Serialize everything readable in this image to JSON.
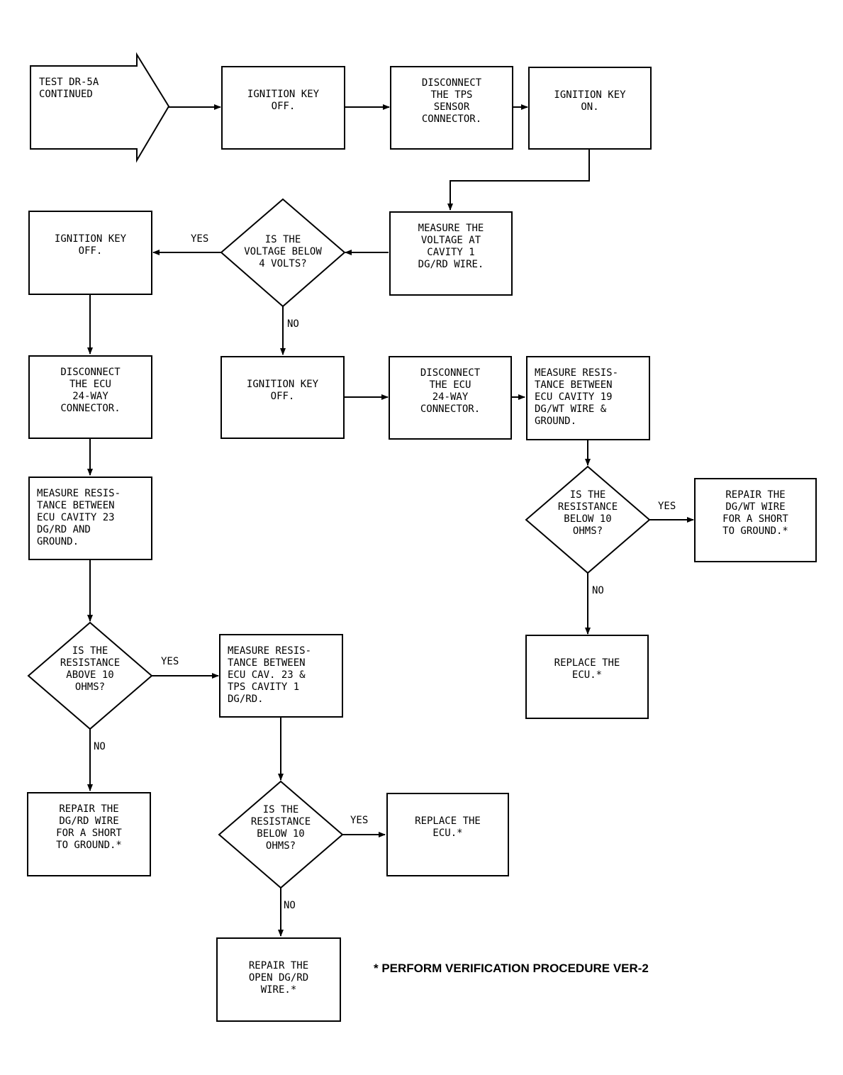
{
  "start": {
    "lines": [
      "TEST DR-5A",
      "CONTINUED"
    ]
  },
  "boxes": {
    "key_off_1": {
      "lines": [
        "IGNITION KEY",
        "OFF."
      ]
    },
    "disconnect_tps": {
      "lines": [
        "DISCONNECT",
        "THE TPS",
        "SENSOR",
        "CONNECTOR."
      ]
    },
    "key_on": {
      "lines": [
        "IGNITION KEY",
        "ON."
      ]
    },
    "measure_voltage": {
      "lines": [
        "MEASURE THE",
        "VOLTAGE AT",
        "CAVITY 1",
        "DG/RD WIRE."
      ]
    },
    "key_off_yes": {
      "lines": [
        "IGNITION KEY",
        "OFF."
      ]
    },
    "key_off_no": {
      "lines": [
        "IGNITION KEY",
        "OFF."
      ]
    },
    "disconnect_ecu_left": {
      "lines": [
        "DISCONNECT",
        "THE ECU",
        "24-WAY",
        "CONNECTOR."
      ]
    },
    "disconnect_ecu_mid": {
      "lines": [
        "DISCONNECT",
        "THE ECU",
        "24-WAY",
        "CONNECTOR."
      ]
    },
    "measure_cav19": {
      "lines": [
        "MEASURE RESIS-",
        "TANCE BETWEEN",
        "ECU CAVITY 19",
        "DG/WT WIRE &",
        "GROUND."
      ]
    },
    "measure_cav23": {
      "lines": [
        "MEASURE RESIS-",
        "TANCE BETWEEN",
        "ECU CAVITY 23",
        "DG/RD AND",
        "GROUND."
      ]
    },
    "repair_dgwt": {
      "lines": [
        "REPAIR THE",
        "DG/WT WIRE",
        "FOR A SHORT",
        "TO GROUND.*"
      ]
    },
    "replace_ecu_right": {
      "lines": [
        "REPLACE THE",
        "ECU.*"
      ]
    },
    "measure_cav23_tps": {
      "lines": [
        "MEASURE RESIS-",
        "TANCE BETWEEN",
        "ECU CAV. 23 &",
        "TPS CAVITY 1",
        "DG/RD."
      ]
    },
    "repair_dgrd_short": {
      "lines": [
        "REPAIR THE",
        "DG/RD WIRE",
        "FOR A SHORT",
        "TO GROUND.*"
      ]
    },
    "replace_ecu_mid": {
      "lines": [
        "REPLACE THE",
        "ECU.*"
      ]
    },
    "repair_open": {
      "lines": [
        "REPAIR THE",
        "OPEN DG/RD",
        "WIRE.*"
      ]
    }
  },
  "decisions": {
    "voltage_below_4": {
      "lines": [
        "IS THE",
        "VOLTAGE BELOW",
        "4 VOLTS?"
      ]
    },
    "res_below_10_right": {
      "lines": [
        "IS THE",
        "RESISTANCE",
        "BELOW 10",
        "OHMS?"
      ]
    },
    "res_above_10": {
      "lines": [
        "IS THE",
        "RESISTANCE",
        "ABOVE 10",
        "OHMS?"
      ]
    },
    "res_below_10_mid": {
      "lines": [
        "IS THE",
        "RESISTANCE",
        "BELOW 10",
        "OHMS?"
      ]
    }
  },
  "branch_labels": {
    "yes": "YES",
    "no": "NO"
  },
  "footnote": "* PERFORM VERIFICATION PROCEDURE VER-2"
}
